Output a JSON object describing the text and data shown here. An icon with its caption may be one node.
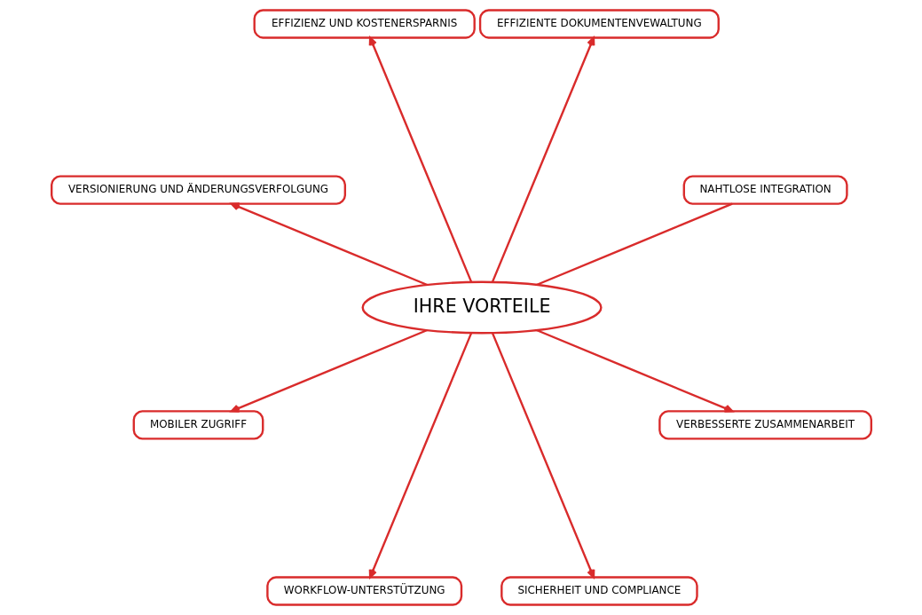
{
  "diagram": {
    "nodes": [
      {
        "text": [
          "IHRE VORTEILE"
        ]
      },
      {
        "text": [
          "NAHTLOSE INTEGRATION"
        ]
      },
      {
        "text": [
          "EFFIZIENTE DOKUMENTENVEWALTUNG"
        ]
      },
      {
        "text": [
          "EFFIZIENZ UND KOSTENERSPARNIS"
        ]
      },
      {
        "text": [
          "VERSIONIERUNG UND ÄNDERUNGSVERFOLGUNG"
        ]
      },
      {
        "text": [
          "MOBILER ZUGRIFF"
        ]
      },
      {
        "text": [
          "WORKFLOW-UNTERSTÜTZUNG"
        ]
      },
      {
        "text": [
          "SICHERHEIT UND COMPLIANCE"
        ]
      },
      {
        "text": [
          "VERBESSERTE ZUSAMMENARBEIT"
        ]
      }
    ],
    "edges": [
      {
        "from": 0,
        "to": 1,
        "arrow": "none"
      },
      {
        "from": 0,
        "to": 2,
        "arrow": "to"
      },
      {
        "from": 0,
        "to": 3,
        "arrow": "to"
      },
      {
        "from": 0,
        "to": 4,
        "arrow": "to"
      },
      {
        "from": 0,
        "to": 5,
        "arrow": "to"
      },
      {
        "from": 0,
        "to": 6,
        "arrow": "to"
      },
      {
        "from": 0,
        "to": 7,
        "arrow": "to"
      },
      {
        "from": 0,
        "to": 8,
        "arrow": "to"
      }
    ]
  }
}
